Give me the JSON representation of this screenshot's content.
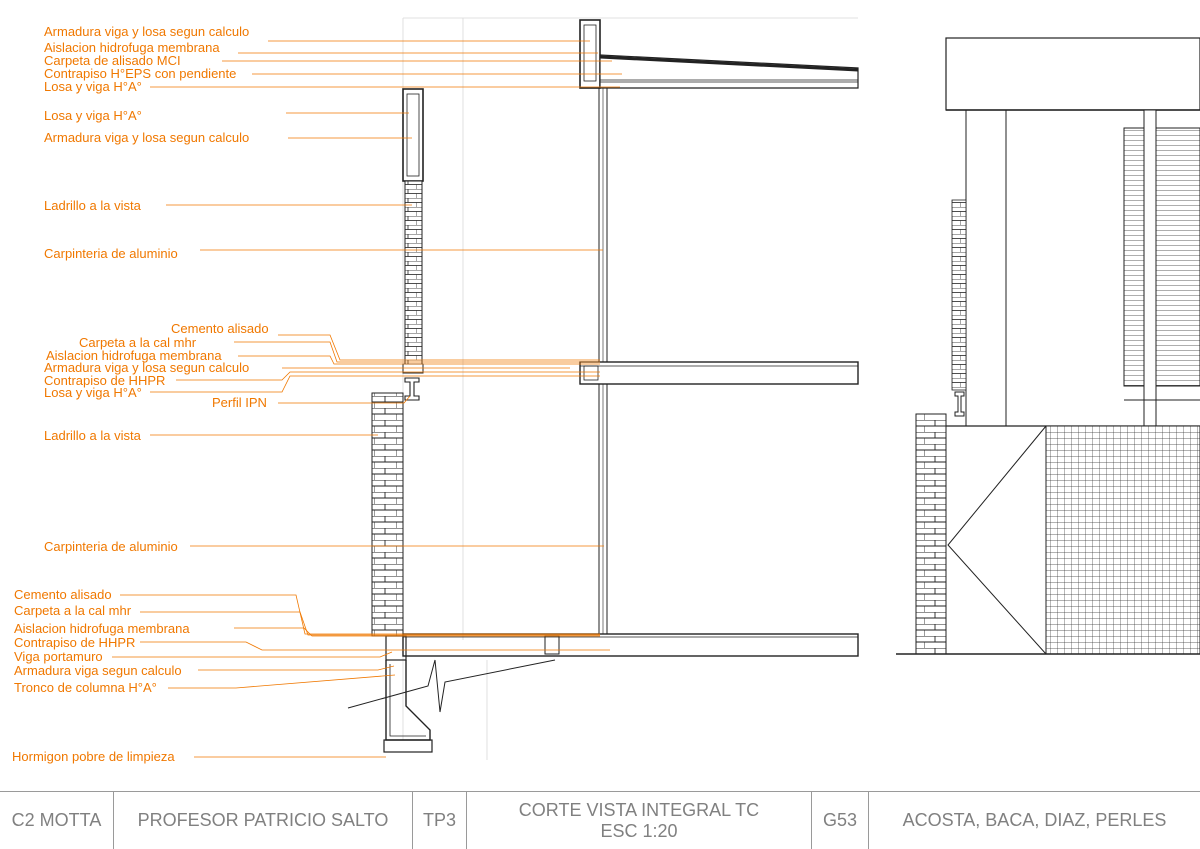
{
  "colors": {
    "accent": "#f07800",
    "line": "#222222",
    "frame": "#9a9a9a",
    "text": "#808080"
  },
  "annotations": [
    {
      "id": "a1",
      "text": "Armadura viga y losa segun calculo"
    },
    {
      "id": "a2",
      "text": "Aislacion hidrofuga membrana"
    },
    {
      "id": "a3",
      "text": "Carpeta de alisado MCI"
    },
    {
      "id": "a4",
      "text": "Contrapiso H°EPS con pendiente"
    },
    {
      "id": "a5",
      "text": "Losa y viga H°A°"
    },
    {
      "id": "a6",
      "text": "Losa y viga H°A°"
    },
    {
      "id": "a7",
      "text": "Armadura viga y losa segun calculo"
    },
    {
      "id": "a8",
      "text": "Ladrillo a la vista"
    },
    {
      "id": "a9",
      "text": "Carpinteria de aluminio"
    },
    {
      "id": "a10",
      "text": "Cemento alisado"
    },
    {
      "id": "a11",
      "text": "Carpeta a la cal mhr"
    },
    {
      "id": "a12",
      "text": "Aislacion hidrofuga membrana"
    },
    {
      "id": "a13",
      "text": "Armadura viga y losa segun calculo"
    },
    {
      "id": "a14",
      "text": "Contrapiso de HHPR"
    },
    {
      "id": "a15",
      "text": "Losa y viga H°A°"
    },
    {
      "id": "a16",
      "text": "Perfil IPN"
    },
    {
      "id": "a17",
      "text": "Ladrillo a la vista"
    },
    {
      "id": "a18",
      "text": "Carpinteria de aluminio"
    },
    {
      "id": "a19",
      "text": "Cemento alisado"
    },
    {
      "id": "a20",
      "text": "Carpeta a la cal mhr"
    },
    {
      "id": "a21",
      "text": "Aislacion hidrofuga membrana"
    },
    {
      "id": "a22",
      "text": "Contrapiso de HHPR"
    },
    {
      "id": "a23",
      "text": "Viga portamuro"
    },
    {
      "id": "a24",
      "text": "Armadura viga segun calculo"
    },
    {
      "id": "a25",
      "text": "Tronco de columna H°A°"
    },
    {
      "id": "a26",
      "text": "Hormigon pobre de limpieza"
    }
  ],
  "title_block": {
    "course": "C2 MOTTA",
    "professor": "PROFESOR PATRICIO SALTO",
    "assignment": "TP3",
    "title_line1": "CORTE VISTA INTEGRAL TC",
    "title_line2": "ESC 1:20",
    "group": "G53",
    "authors": "ACOSTA, BACA, DIAZ, PERLES"
  }
}
